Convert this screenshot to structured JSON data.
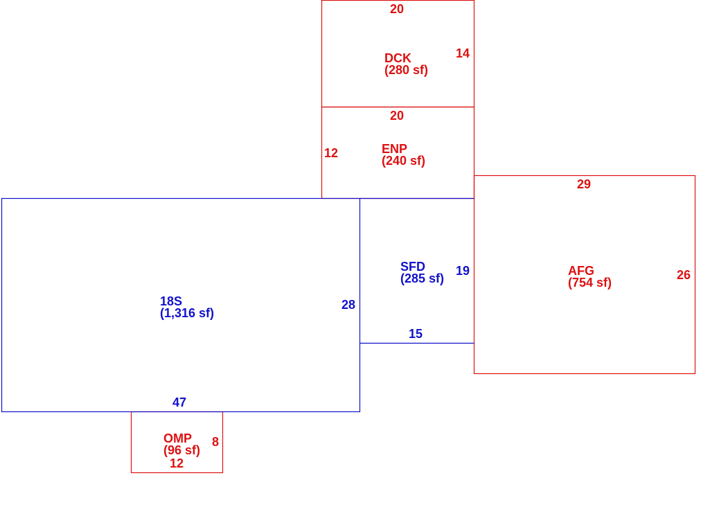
{
  "colors": {
    "red": "#dd1111",
    "blue": "#1111cc"
  },
  "areas": [
    {
      "id": "dck",
      "code": "DCK",
      "area": "(280 sf)",
      "color": "red",
      "dims": [
        {
          "id": "top",
          "value": "20"
        },
        {
          "id": "right",
          "value": "14"
        }
      ]
    },
    {
      "id": "enp",
      "code": "ENP",
      "area": "(240 sf)",
      "color": "red",
      "dims": [
        {
          "id": "top",
          "value": "20"
        },
        {
          "id": "left",
          "value": "12"
        }
      ]
    },
    {
      "id": "afg",
      "code": "AFG",
      "area": "(754 sf)",
      "color": "red",
      "dims": [
        {
          "id": "top",
          "value": "29"
        },
        {
          "id": "right",
          "value": "26"
        }
      ]
    },
    {
      "id": "18s",
      "code": "18S",
      "area": "(1,316 sf)",
      "color": "blue",
      "dims": [
        {
          "id": "bottom",
          "value": "47"
        },
        {
          "id": "right",
          "value": "28"
        }
      ]
    },
    {
      "id": "sfd",
      "code": "SFD",
      "area": "(285 sf)",
      "color": "blue",
      "dims": [
        {
          "id": "bottom",
          "value": "15"
        },
        {
          "id": "right",
          "value": "19"
        }
      ]
    },
    {
      "id": "omp",
      "code": "OMP",
      "area": "(96 sf)",
      "color": "red",
      "dims": [
        {
          "id": "bottom",
          "value": "12"
        },
        {
          "id": "right",
          "value": "8"
        }
      ]
    }
  ]
}
